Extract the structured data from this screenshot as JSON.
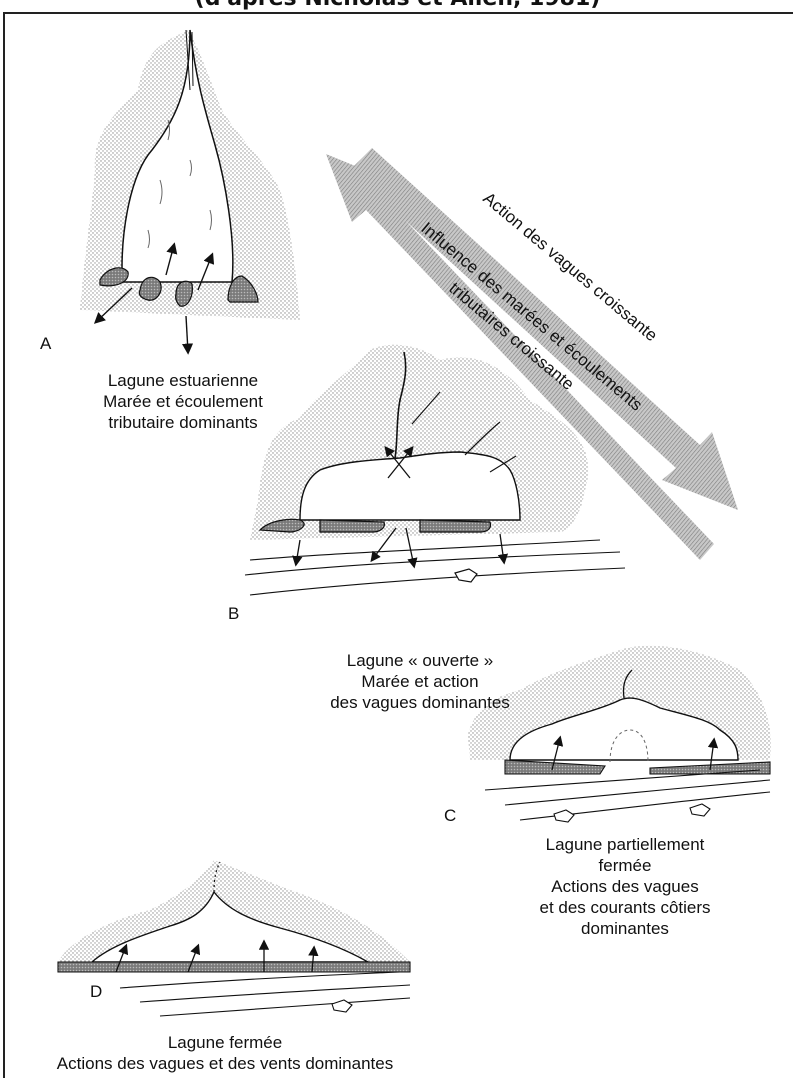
{
  "header": "(d'après Nicholas et Allen, 1981)",
  "arrows": {
    "left_to_upper": "Influence des marées et écoulements",
    "left_to_upper_line2": "tributaires croissante",
    "right_to_lower": "Action des vagues croissante"
  },
  "panels": {
    "A": {
      "letter": "A",
      "lines": [
        "Lagune estuarienne",
        "Marée et écoulement",
        "tributaire dominants"
      ]
    },
    "B": {
      "letter": "B",
      "lines": [
        "Lagune « ouverte »",
        "Marée et action",
        "des vagues dominantes"
      ]
    },
    "C": {
      "letter": "C",
      "lines": [
        "Lagune partiellement",
        "fermée",
        "Actions des vagues",
        "et des courants côtiers",
        "dominantes"
      ]
    },
    "D": {
      "letter": "D",
      "lines": [
        "Lagune fermée",
        "Actions des vagues et des vents dominantes"
      ]
    }
  }
}
